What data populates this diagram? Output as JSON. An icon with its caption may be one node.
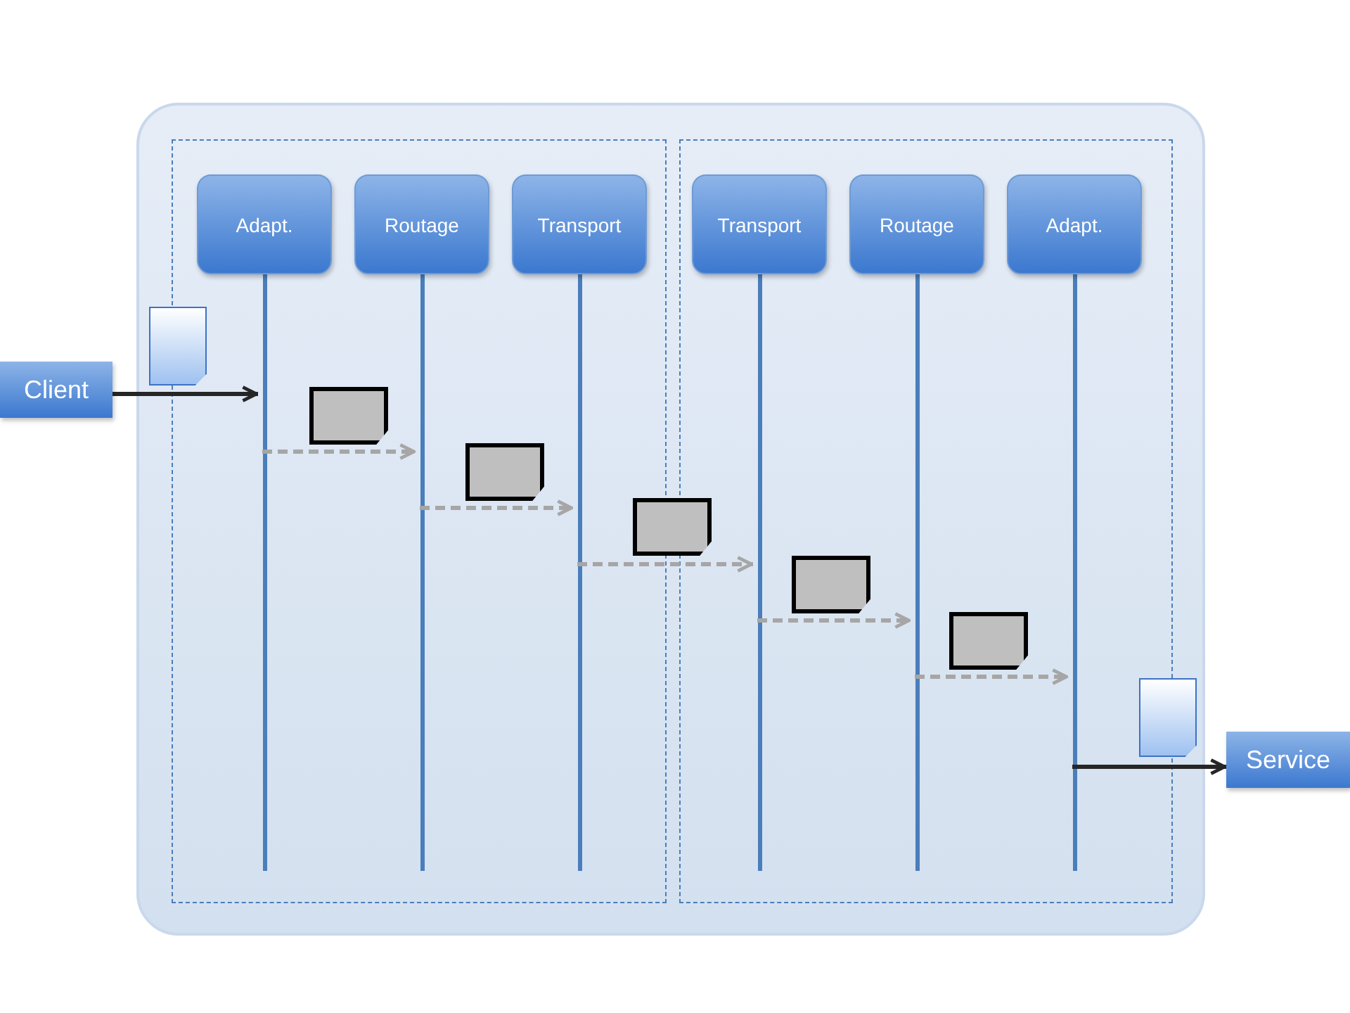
{
  "diagram": {
    "nodes": [
      {
        "text": [],
        "shape": "box"
      },
      {
        "text": [],
        "shape": "box",
        "in": 0
      },
      {
        "text": [],
        "shape": "box",
        "in": 0
      },
      {
        "text": [
          "Adapt."
        ],
        "in": 1
      },
      {
        "text": [
          "Routage"
        ],
        "in": 1
      },
      {
        "text": [
          "Transport"
        ],
        "in": 1
      },
      {
        "text": [
          "Transport"
        ],
        "in": 2
      },
      {
        "text": [
          "Routage"
        ],
        "in": 2
      },
      {
        "text": [
          "Adapt."
        ],
        "in": 2
      },
      {
        "text": [],
        "shape": "line",
        "in": 1
      },
      {
        "text": [],
        "shape": "line",
        "in": 1
      },
      {
        "text": [],
        "shape": "line",
        "in": 1
      },
      {
        "text": [],
        "shape": "line",
        "in": 2
      },
      {
        "text": [],
        "shape": "line",
        "in": 2
      },
      {
        "text": [],
        "shape": "line",
        "in": 2
      },
      {
        "text": [
          "Client"
        ]
      },
      {
        "text": [],
        "shape": "document",
        "in": 0
      },
      {
        "text": [],
        "shape": "box",
        "in": 1
      },
      {
        "text": [],
        "shape": "box",
        "in": 1
      },
      {
        "text": [],
        "shape": "box",
        "in": 0
      },
      {
        "text": [],
        "shape": "box",
        "in": 2
      },
      {
        "text": [],
        "shape": "box",
        "in": 2
      },
      {
        "text": [],
        "shape": "document",
        "in": 0
      },
      {
        "text": [
          "Service"
        ]
      }
    ],
    "edges": [
      {
        "from": 15,
        "to": 9,
        "arrow": "to",
        "color": "#262626"
      },
      {
        "from": 9,
        "to": 10,
        "arrow": "to",
        "style": "dashed",
        "color": "#a6a6a6"
      },
      {
        "from": 10,
        "to": 11,
        "arrow": "to",
        "style": "dashed",
        "color": "#a6a6a6"
      },
      {
        "from": 11,
        "to": 12,
        "arrow": "to",
        "style": "dashed",
        "color": "#a6a6a6"
      },
      {
        "from": 12,
        "to": 13,
        "arrow": "to",
        "style": "dashed",
        "color": "#a6a6a6"
      },
      {
        "from": 13,
        "to": 14,
        "arrow": "to",
        "style": "dashed",
        "color": "#a6a6a6"
      },
      {
        "from": 14,
        "to": 23,
        "arrow": "to",
        "color": "#262626"
      }
    ]
  }
}
